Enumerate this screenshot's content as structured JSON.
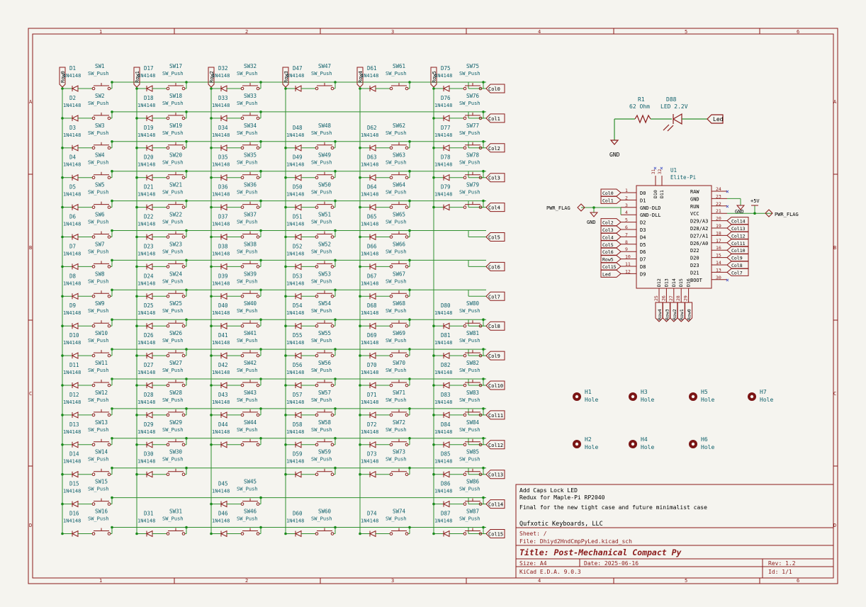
{
  "frame": {
    "col_markers": [
      "1",
      "2",
      "3",
      "4",
      "5",
      "6"
    ],
    "row_markers": [
      "A",
      "B",
      "C",
      "D"
    ]
  },
  "colors": {
    "wire": "#2f8f2f",
    "symbol": "#8a1a1a",
    "frame": "#8a1a1a",
    "label_text": "#0d5f6a",
    "junction": "#1a8a1a",
    "flag": "#8a1a1a",
    "background": "#f5f4ef"
  },
  "matrix": {
    "diode_value": "1N4148",
    "switch_value": "SW_Push",
    "row_labels": [
      "Row0",
      "Row1",
      "Row2",
      "Row3",
      "Row4",
      "Row5"
    ],
    "col_labels": [
      "Col0",
      "Col1",
      "Col2",
      "Col3",
      "Col4",
      "Col5",
      "Col6",
      "Col7",
      "Col8",
      "Col9",
      "Col10",
      "Col11",
      "Col12",
      "Col13",
      "Col14",
      "Col15"
    ],
    "columns": [
      {
        "row_label": "Row0",
        "diodes": [
          "D1",
          "D2",
          "D3",
          "D4",
          "D5",
          "D6",
          "D7",
          "D8",
          "D9",
          "D10",
          "D11",
          "D12",
          "D13",
          "D14",
          "D15",
          "D16"
        ],
        "switches": [
          "SW1",
          "SW2",
          "SW3",
          "SW4",
          "SW5",
          "SW6",
          "SW7",
          "SW8",
          "SW9",
          "SW10",
          "SW11",
          "SW12",
          "SW13",
          "SW14",
          "SW15",
          "SW16"
        ]
      },
      {
        "row_label": "Row1",
        "diodes": [
          "D17",
          "D18",
          "D19",
          "D20",
          "D21",
          "D22",
          "D23",
          "D24",
          "D25",
          "D26",
          "D27",
          "D28",
          "D29",
          "D30",
          "",
          "D31"
        ],
        "switches": [
          "SW17",
          "SW18",
          "SW19",
          "SW20",
          "SW21",
          "SW22",
          "SW23",
          "SW24",
          "SW25",
          "SW26",
          "SW27",
          "SW28",
          "SW29",
          "SW30",
          "",
          "SW31"
        ]
      },
      {
        "row_label": "Row2",
        "diodes": [
          "D32",
          "D33",
          "D34",
          "D35",
          "D36",
          "D37",
          "D38",
          "D39",
          "D40",
          "D41",
          "D42",
          "D43",
          "D44",
          "",
          "D45",
          "D46"
        ],
        "switches": [
          "SW32",
          "SW33",
          "SW34",
          "SW35",
          "SW36",
          "SW37",
          "SW38",
          "SW39",
          "SW40",
          "SW41",
          "SW42",
          "SW43",
          "SW44",
          "",
          "SW45",
          "SW46"
        ]
      },
      {
        "row_label": "Row3",
        "diodes": [
          "D47",
          "",
          "D48",
          "D49",
          "D50",
          "D51",
          "D52",
          "D53",
          "D54",
          "D55",
          "D56",
          "D57",
          "D58",
          "D59",
          "",
          "D60"
        ],
        "switches": [
          "SW47",
          "",
          "SW48",
          "SW49",
          "SW50",
          "SW51",
          "SW52",
          "SW53",
          "SW54",
          "SW55",
          "SW56",
          "SW57",
          "SW58",
          "SW59",
          "",
          "SW60"
        ]
      },
      {
        "row_label": "Row4",
        "diodes": [
          "D61",
          "",
          "D62",
          "D63",
          "D64",
          "D65",
          "D66",
          "D67",
          "D68",
          "D69",
          "D70",
          "D71",
          "D72",
          "D73",
          "",
          "D74"
        ],
        "switches": [
          "SW61",
          "",
          "SW62",
          "SW63",
          "SW64",
          "SW65",
          "SW66",
          "SW67",
          "SW68",
          "SW69",
          "SW70",
          "SW71",
          "SW72",
          "SW73",
          "",
          "SW74"
        ]
      },
      {
        "row_label": "Row5",
        "diodes": [
          "D75",
          "D76",
          "D77",
          "D78",
          "D79",
          "",
          "",
          "",
          "D80",
          "D81",
          "D82",
          "D83",
          "D84",
          "D85",
          "D86",
          "D87"
        ],
        "switches": [
          "SW75",
          "SW76",
          "SW77",
          "SW78",
          "SW79",
          "",
          "",
          "",
          "SW80",
          "SW81",
          "SW82",
          "SW83",
          "SW84",
          "SW85",
          "SW86",
          "SW87"
        ]
      }
    ]
  },
  "led_circuit": {
    "resistor_ref": "R1",
    "resistor_value": "62 Ohm",
    "led_ref": "D88",
    "led_value": "LED 2.2V",
    "net_label": "Led",
    "gnd_label": "GND"
  },
  "mcu": {
    "ref": "U1",
    "value": "Elite-Pi",
    "top_pins": [
      {
        "num": "31",
        "name": "D10"
      },
      {
        "num": "32",
        "name": "D11"
      }
    ],
    "left_pins": [
      {
        "num": "1",
        "name": "D0",
        "net": "Col0"
      },
      {
        "num": "2",
        "name": "D1",
        "net": "Col1"
      },
      {
        "num": "3",
        "name": "GND-DLD",
        "net": ""
      },
      {
        "num": "4",
        "name": "GND-DLL",
        "net": ""
      },
      {
        "num": "5",
        "name": "D2",
        "net": "Col2"
      },
      {
        "num": "6",
        "name": "D3",
        "net": "Col3"
      },
      {
        "num": "7",
        "name": "D4",
        "net": "Col4"
      },
      {
        "num": "8",
        "name": "D5",
        "net": "Col5"
      },
      {
        "num": "9",
        "name": "D6",
        "net": "Col6"
      },
      {
        "num": "10",
        "name": "D7",
        "net": "Row5"
      },
      {
        "num": "11",
        "name": "D8",
        "net": "Col15"
      },
      {
        "num": "12",
        "name": "D9",
        "net": "Led"
      }
    ],
    "right_pins": [
      {
        "num": "24",
        "name": "RAW",
        "net": ""
      },
      {
        "num": "23",
        "name": "GND",
        "net": ""
      },
      {
        "num": "22",
        "name": "RUN",
        "net": ""
      },
      {
        "num": "21",
        "name": "VCC",
        "net": ""
      },
      {
        "num": "20",
        "name": "D29/A3",
        "net": "Col14"
      },
      {
        "num": "19",
        "name": "D28/A2",
        "net": "Col13"
      },
      {
        "num": "18",
        "name": "D27/A1",
        "net": "Col12"
      },
      {
        "num": "17",
        "name": "D26/A0",
        "net": "Col11"
      },
      {
        "num": "16",
        "name": "D22",
        "net": "Col10"
      },
      {
        "num": "15",
        "name": "D20",
        "net": "Col9"
      },
      {
        "num": "14",
        "name": "D23",
        "net": "Col8"
      },
      {
        "num": "13",
        "name": "D21",
        "net": "Col7"
      },
      {
        "num": "30",
        "name": "BOOT",
        "net": ""
      }
    ],
    "bottom_pins": [
      {
        "num": "25",
        "name": "D12",
        "net": "Row4"
      },
      {
        "num": "26",
        "name": "D13",
        "net": "Row3"
      },
      {
        "num": "27",
        "name": "D14",
        "net": "Row2"
      },
      {
        "num": "28",
        "name": "D15",
        "net": "Row1"
      },
      {
        "num": "29",
        "name": "D16",
        "net": "Row0"
      }
    ],
    "pwr_flag_left": "PWR_FLAG",
    "pwr_flag_right": "PWR_FLAG",
    "gnd_left": "GND",
    "gnd_right": "GND",
    "plus5v": "+5V"
  },
  "holes": [
    {
      "ref": "H1",
      "value": "Hole"
    },
    {
      "ref": "H3",
      "value": "Hole"
    },
    {
      "ref": "H5",
      "value": "Hole"
    },
    {
      "ref": "H7",
      "value": "Hole"
    },
    {
      "ref": "H2",
      "value": "Hole"
    },
    {
      "ref": "H4",
      "value": "Hole"
    },
    {
      "ref": "H6",
      "value": "Hole"
    }
  ],
  "title_block": {
    "comments": [
      "Add Caps Lock LED",
      "Redux for Maple-Pi RP2040",
      "Final for the new tight case and future minimalist case"
    ],
    "company": "Qufxotic Keyboards, LLC",
    "sheet": "Sheet: /",
    "file": "File: Dhiyd2HndCmpPyLed.kicad_sch",
    "title": "Title: Post-Mechanical Compact Py",
    "size": "Size: A4",
    "date": "Date: 2025-06-16",
    "rev": "Rev: 1.2",
    "tool": "KiCad E.D.A. 9.0.3",
    "id": "Id: 1/1"
  }
}
